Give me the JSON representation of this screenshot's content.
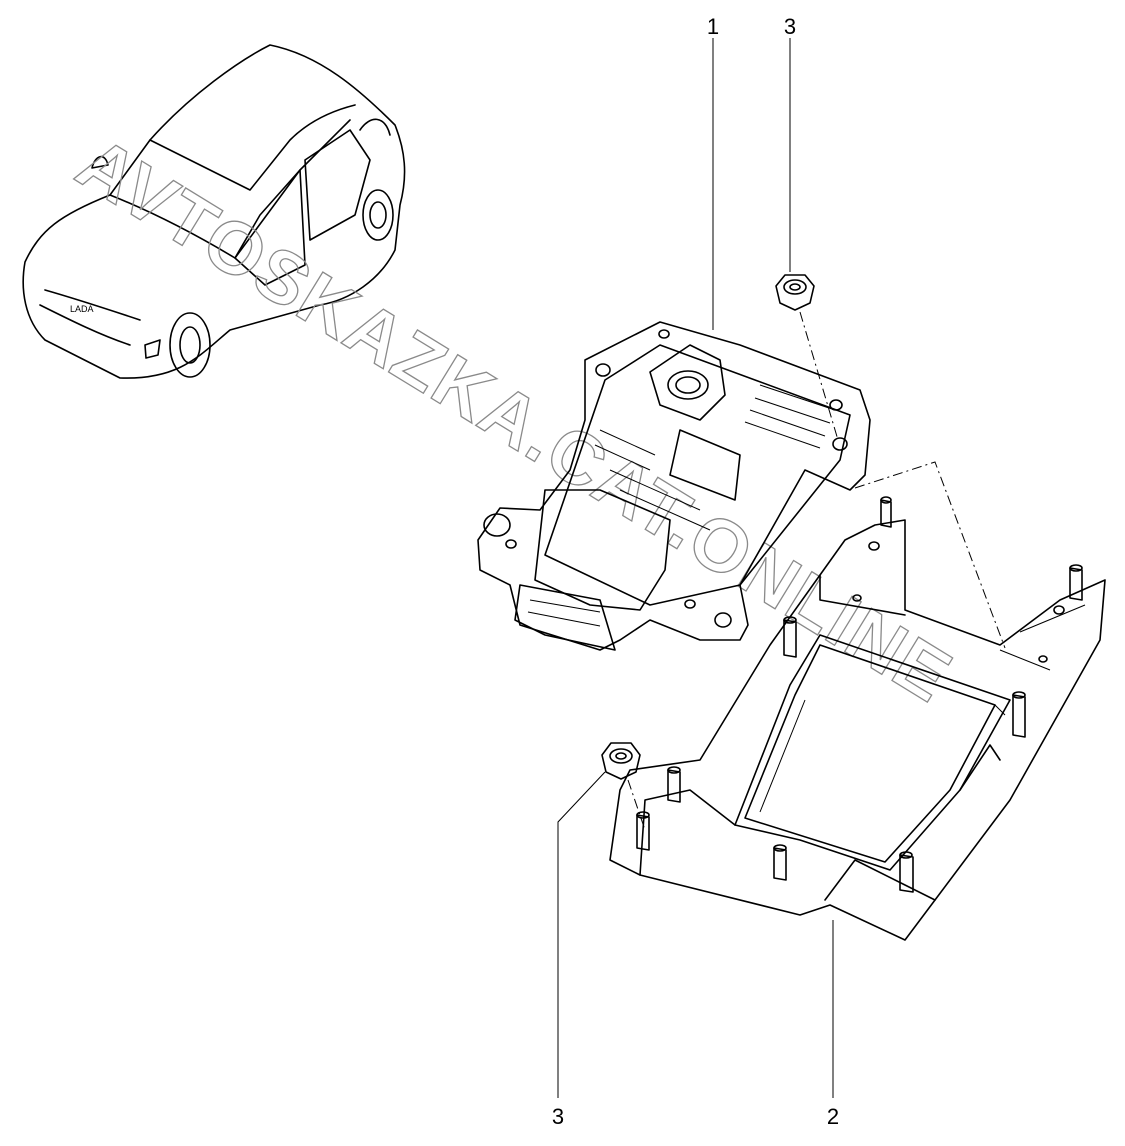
{
  "callouts": [
    {
      "id": "1",
      "label": "1"
    },
    {
      "id": "2",
      "label": "2"
    },
    {
      "id": "3a",
      "label": "3"
    },
    {
      "id": "3b",
      "label": "3"
    }
  ],
  "watermark": "AVTOSKAZKA.CAT.ONLINE",
  "car_badge": "LADA",
  "parts": [
    "control-unit",
    "mounting-bracket",
    "nut"
  ],
  "colors": {
    "ink": "#000000",
    "watermark": "#8a8a8a",
    "background": "#ffffff"
  }
}
